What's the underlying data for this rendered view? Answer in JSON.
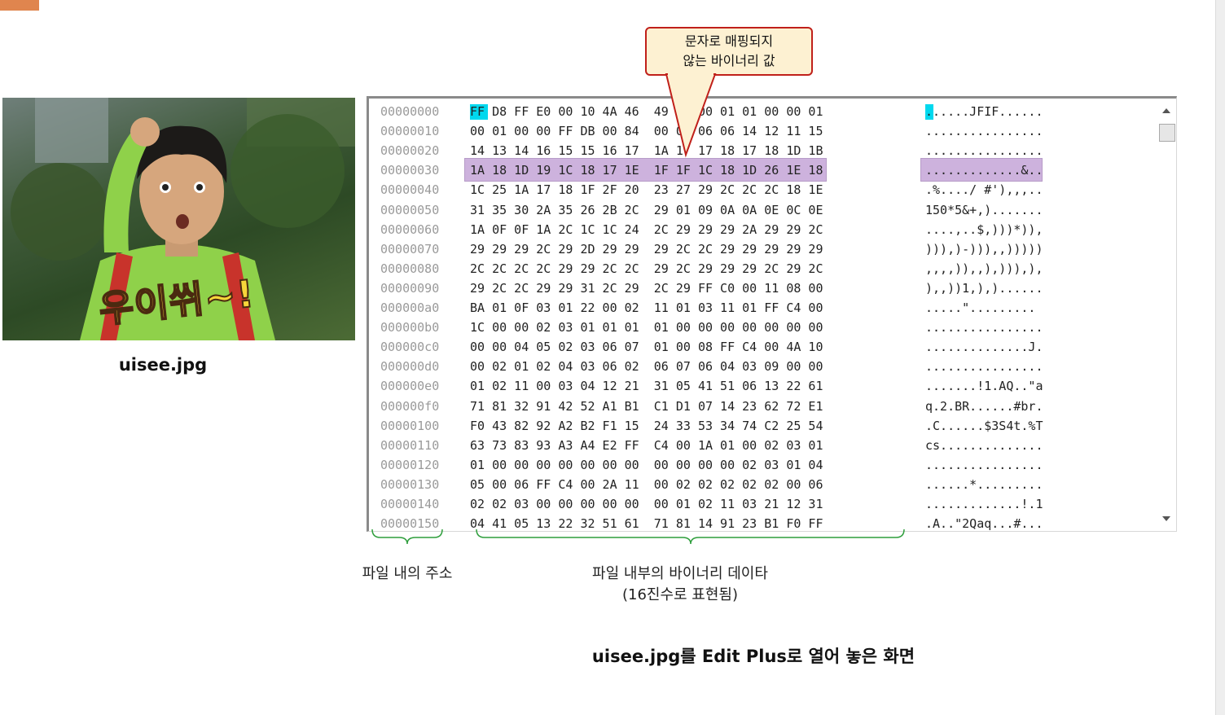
{
  "image": {
    "caption": "uisee.jpg",
    "caption_overlay": "우이쒸~!"
  },
  "callout": {
    "line1": "문자로 매핑되지",
    "line2": "않는 바이너리 값"
  },
  "hex": {
    "rows": [
      {
        "addr": "00000000",
        "bytes": "FF D8 FF E0 00 10 4A 46  49 46 00 01 01 00 00 01",
        "ascii": "......JFIF......"
      },
      {
        "addr": "00000010",
        "bytes": "00 01 00 00 FF DB 00 84  00 09 06 06 14 12 11 15",
        "ascii": "................"
      },
      {
        "addr": "00000020",
        "bytes": "14 13 14 16 15 15 16 17  1A 17 17 18 17 18 1D 1B",
        "ascii": "................"
      },
      {
        "addr": "00000030",
        "bytes": "1A 18 1D 19 1C 18 17 1E  1F 1F 1C 18 1D 26 1E 18",
        "ascii": ".............&.."
      },
      {
        "addr": "00000040",
        "bytes": "1C 25 1A 17 18 1F 2F 20  23 27 29 2C 2C 2C 18 1E",
        "ascii": ".%..../ #'),,,.."
      },
      {
        "addr": "00000050",
        "bytes": "31 35 30 2A 35 26 2B 2C  29 01 09 0A 0A 0E 0C 0E",
        "ascii": "150*5&+,)......."
      },
      {
        "addr": "00000060",
        "bytes": "1A 0F 0F 1A 2C 1C 1C 24  2C 29 29 29 2A 29 29 2C",
        "ascii": "....,..$,)))*)),"
      },
      {
        "addr": "00000070",
        "bytes": "29 29 29 2C 29 2D 29 29  29 2C 2C 29 29 29 29 29",
        "ascii": "))),)-))),,)))))"
      },
      {
        "addr": "00000080",
        "bytes": "2C 2C 2C 2C 29 29 2C 2C  29 2C 29 29 29 2C 29 2C",
        "ascii": ",,,,)),,),))),),"
      },
      {
        "addr": "00000090",
        "bytes": "29 2C 2C 29 29 31 2C 29  2C 29 FF C0 00 11 08 00",
        "ascii": "),,))1,),)......"
      },
      {
        "addr": "000000a0",
        "bytes": "BA 01 0F 03 01 22 00 02  11 01 03 11 01 FF C4 00",
        "ascii": ".....\"........."
      },
      {
        "addr": "000000b0",
        "bytes": "1C 00 00 02 03 01 01 01  01 00 00 00 00 00 00 00",
        "ascii": "................"
      },
      {
        "addr": "000000c0",
        "bytes": "00 00 04 05 02 03 06 07  01 00 08 FF C4 00 4A 10",
        "ascii": "..............J."
      },
      {
        "addr": "000000d0",
        "bytes": "00 02 01 02 04 03 06 02  06 07 06 04 03 09 00 00",
        "ascii": "................"
      },
      {
        "addr": "000000e0",
        "bytes": "01 02 11 00 03 04 12 21  31 05 41 51 06 13 22 61",
        "ascii": ".......!1.AQ..\"a"
      },
      {
        "addr": "000000f0",
        "bytes": "71 81 32 91 42 52 A1 B1  C1 D1 07 14 23 62 72 E1",
        "ascii": "q.2.BR......#br."
      },
      {
        "addr": "00000100",
        "bytes": "F0 43 82 92 A2 B2 F1 15  24 33 53 34 74 C2 25 54",
        "ascii": ".C......$3S4t.%T"
      },
      {
        "addr": "00000110",
        "bytes": "63 73 83 93 A3 A4 E2 FF  C4 00 1A 01 00 02 03 01",
        "ascii": "cs.............."
      },
      {
        "addr": "00000120",
        "bytes": "01 00 00 00 00 00 00 00  00 00 00 00 02 03 01 04",
        "ascii": "................"
      },
      {
        "addr": "00000130",
        "bytes": "05 00 06 FF C4 00 2A 11  00 02 02 02 02 02 00 06",
        "ascii": "......*........."
      },
      {
        "addr": "00000140",
        "bytes": "02 02 03 00 00 00 00 00  00 01 02 11 03 21 12 31",
        "ascii": ".............!.1"
      },
      {
        "addr": "00000150",
        "bytes": "04 41 05 13 22 32 51 61  71 81 14 91 23 B1 F0 FF",
        "ascii": ".A..\"2Qaq...#..."
      }
    ]
  },
  "labels": {
    "address": "파일 내의 주소",
    "binary_line1": "파일 내부의 바이너리 데이타",
    "binary_line2": "(16진수로 표현됨)"
  },
  "bottom_caption": "uisee.jpg를 Edit Plus로 열어 놓은 화면",
  "colors": {
    "highlight": "#cdb2dd",
    "cursor": "#00d8ee",
    "callout_border": "#c0201a",
    "callout_fill": "#fdf1d2",
    "brace": "#2e9e3c"
  },
  "icons": [
    "scroll-up-arrow-icon",
    "scroll-down-arrow-icon"
  ]
}
